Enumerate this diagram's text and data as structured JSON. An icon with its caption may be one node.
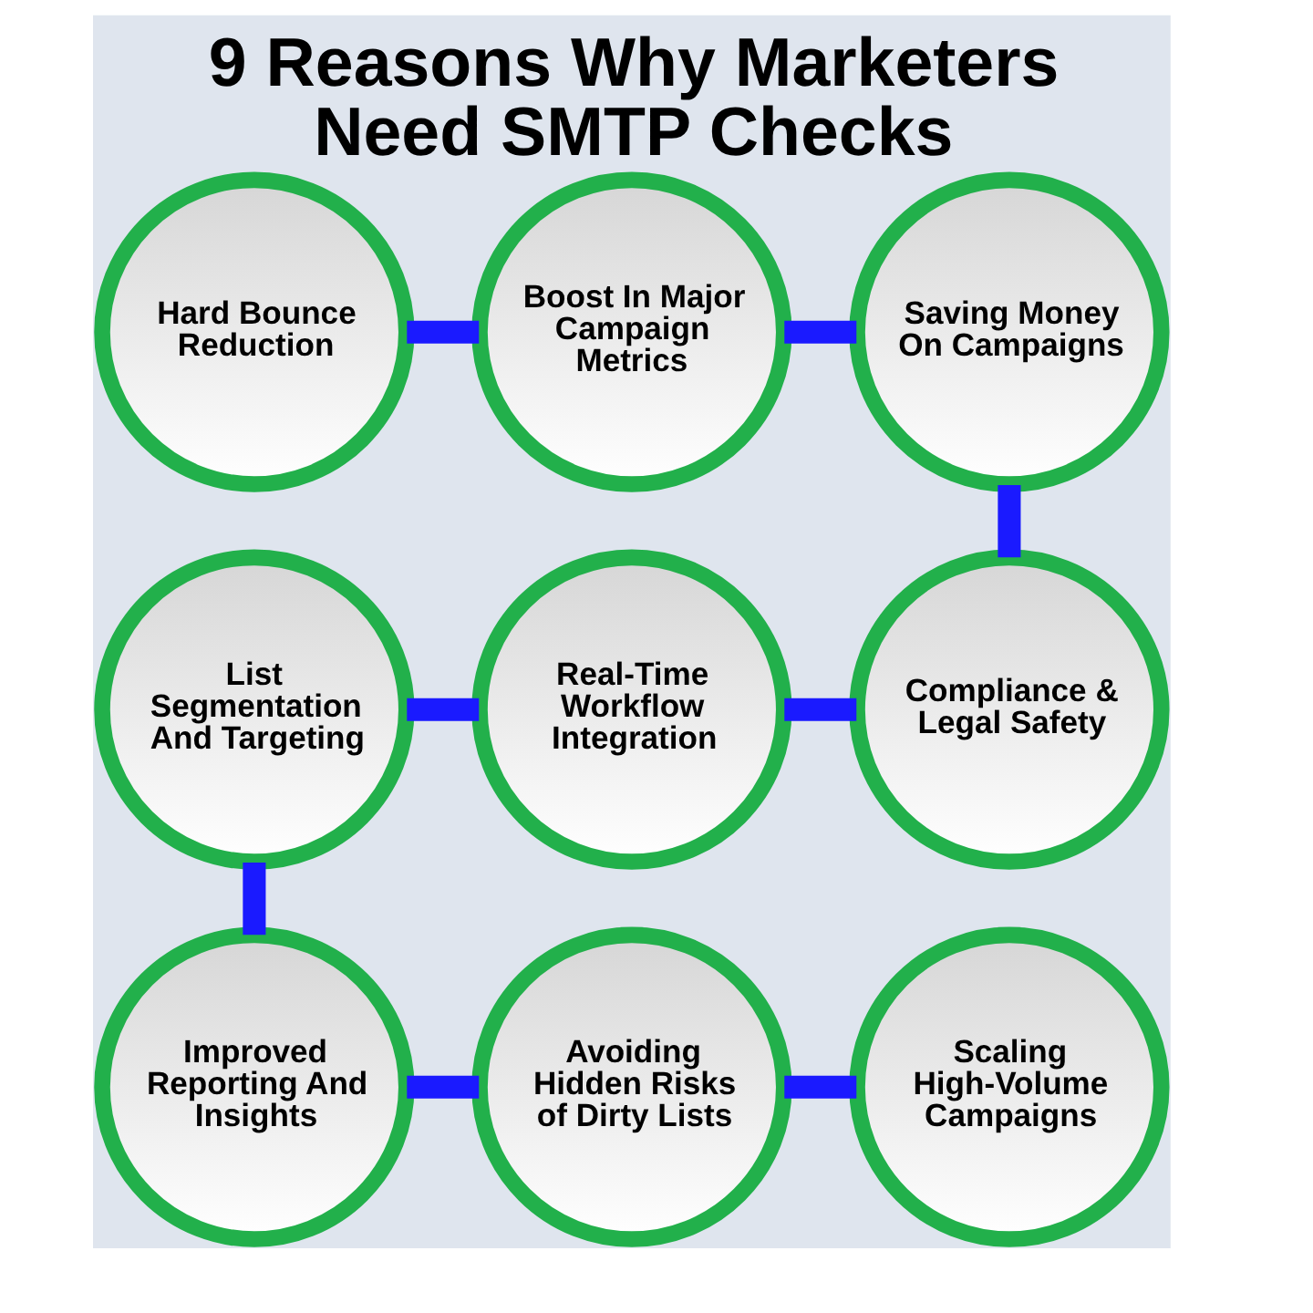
{
  "diagram": {
    "title": "9 Reasons Why Marketers Need SMTP Checks",
    "nodes": [
      {
        "text": [
          "Hard Bounce Reduction"
        ]
      },
      {
        "text": [
          "Boost In Major Campaign Metrics"
        ]
      },
      {
        "text": [
          "Saving Money On Campaigns"
        ]
      },
      {
        "text": [
          "List Segmentation And Targeting"
        ]
      },
      {
        "text": [
          "Real-Time Workflow Integration"
        ]
      },
      {
        "text": [
          "Compliance & Legal Safety"
        ]
      },
      {
        "text": [
          "Improved Reporting And Insights"
        ]
      },
      {
        "text": [
          "Avoiding Hidden Risks of Dirty Lists"
        ]
      },
      {
        "text": [
          "Scaling High-Volume Campaigns"
        ]
      }
    ],
    "edges": [
      {
        "from": 0,
        "to": 1,
        "arrow": "none"
      },
      {
        "from": 1,
        "to": 2,
        "arrow": "none"
      },
      {
        "from": 2,
        "to": 5,
        "arrow": "none"
      },
      {
        "from": 3,
        "to": 4,
        "arrow": "none"
      },
      {
        "from": 4,
        "to": 5,
        "arrow": "none"
      },
      {
        "from": 3,
        "to": 6,
        "arrow": "none"
      },
      {
        "from": 6,
        "to": 7,
        "arrow": "none"
      },
      {
        "from": 7,
        "to": 8,
        "arrow": "none"
      }
    ]
  }
}
